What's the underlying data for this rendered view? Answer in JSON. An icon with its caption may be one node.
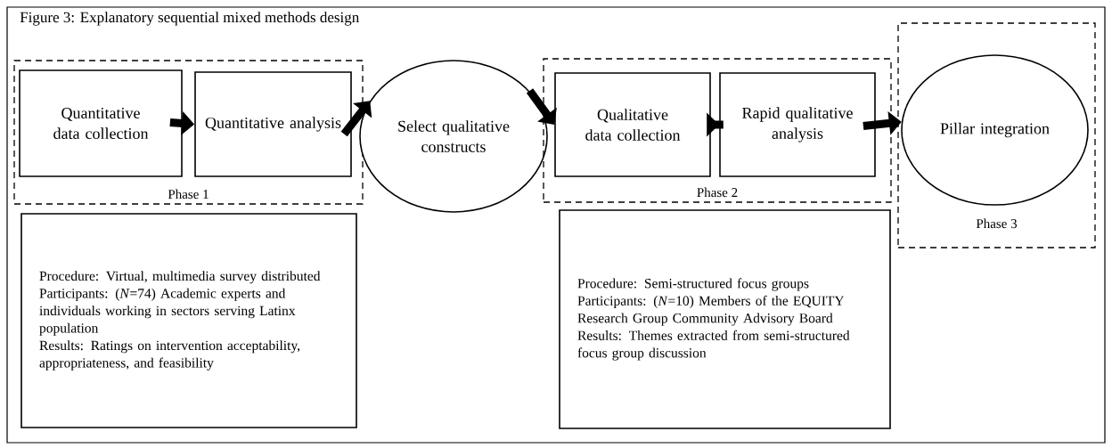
{
  "diagram": {
    "title": "Figure 3: Explanatory sequential mixed methods design",
    "nodes": [
      {
        "text": [
          "Phase 1"
        ]
      },
      {
        "text": [
          "Quantitative data collection"
        ],
        "in": 0
      },
      {
        "text": [
          "Quantitative analysis"
        ],
        "in": 0
      },
      {
        "text": [
          "Select qualitative constructs"
        ]
      },
      {
        "text": [
          "Phase 2"
        ]
      },
      {
        "text": [
          "Qualitative data collection"
        ],
        "in": 4
      },
      {
        "text": [
          "Rapid qualitative analysis"
        ],
        "in": 4
      },
      {
        "text": [
          "Phase 3"
        ]
      },
      {
        "text": [
          "Pillar integration"
        ],
        "in": 7
      },
      {
        "text": [
          "Procedure: Virtual, multimedia survey distributed",
          "Participants: (*N*=74) Academic experts and individuals working in sectors serving Latinx population",
          "Results: Ratings on intervention acceptability, appropriateness, and feasibility"
        ]
      },
      {
        "text": [
          "Procedure: Semi-structured focus groups",
          "Participants: (*N*=10) Members of the EQUITY Research Group Community Advisory Board",
          "Results: Themes extracted from semi-structured focus group discussion"
        ]
      }
    ],
    "edges": [
      {
        "from": 1,
        "to": 2,
        "arrow": "to"
      },
      {
        "from": 2,
        "to": 3,
        "arrow": "to"
      },
      {
        "from": 3,
        "to": 5,
        "arrow": "to"
      },
      {
        "from": 5,
        "to": 6,
        "arrow": "to"
      },
      {
        "from": 6,
        "to": 8,
        "arrow": "to"
      }
    ]
  }
}
